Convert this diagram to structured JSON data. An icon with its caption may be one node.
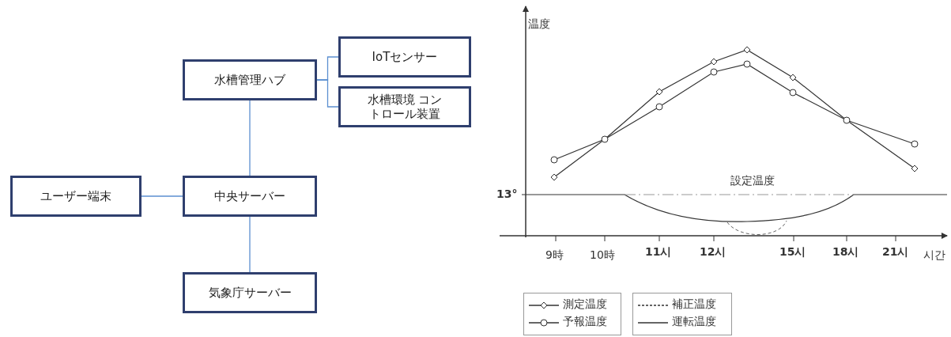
{
  "diagram": {
    "nodes": [
      {
        "text": [
          "水槽管理ハブ"
        ]
      },
      {
        "text": [
          "IoTセンサー"
        ]
      },
      {
        "text": [
          "水槽環境 コントロール装置"
        ]
      },
      {
        "text": [
          "ユーザー端末"
        ]
      },
      {
        "text": [
          "中央サーバー"
        ]
      },
      {
        "text": [
          "気象庁サーバー"
        ]
      }
    ],
    "edges": [
      {
        "from": 0,
        "to": 1,
        "arrow": "none"
      },
      {
        "from": 0,
        "to": 2,
        "arrow": "none"
      },
      {
        "from": 0,
        "to": 4,
        "arrow": "none"
      },
      {
        "from": 3,
        "to": 4,
        "arrow": "none"
      },
      {
        "from": 4,
        "to": 5,
        "arrow": "none"
      }
    ],
    "labels": [
      "温度",
      "設定温度",
      "13°",
      "9時",
      "10時",
      "11시",
      "12시",
      "15시",
      "18시",
      "21시",
      "시간"
    ],
    "legend": [
      {
        "text": "測定温度"
      },
      {
        "text": "予報温度"
      },
      {
        "text": "補正温度"
      },
      {
        "text": "運転温度"
      }
    ]
  }
}
